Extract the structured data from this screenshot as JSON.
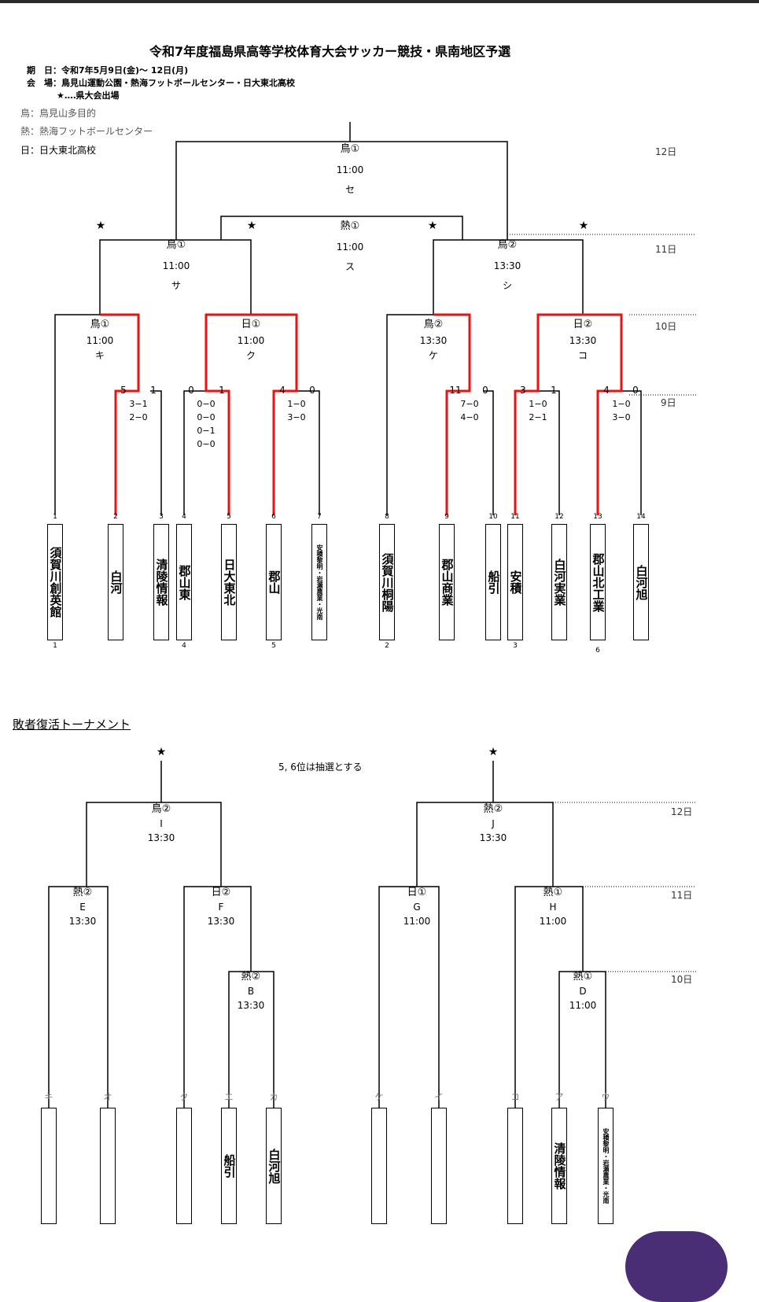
{
  "header": {
    "title": "令和7年度福島県高等学校体育大会サッカー競技・県南地区予選",
    "date_line": "期　日：令和7年5月9日(金)～ 12日(月)",
    "venue_line": "会　場：鳥見山運動公園・熱海フットボールセンター・日大東北高校",
    "star_note": "★‥‥県大会出場"
  },
  "legend": [
    "鳥：鳥見山多目的",
    "熱：熱海フットボールセンター",
    "日：日大東北高校"
  ],
  "days": {
    "d12": "12日",
    "d11": "11日",
    "d10": "10日",
    "d9": "9日"
  },
  "main_bracket": {
    "final": {
      "venue": "鳥①",
      "time": "11:00",
      "code": "セ"
    },
    "third_place": {
      "venue": "熱①",
      "time": "11:00",
      "code": "ス"
    },
    "semis": [
      {
        "venue": "鳥①",
        "time": "11:00",
        "code": "サ"
      },
      {
        "venue": "鳥②",
        "time": "13:30",
        "code": "シ"
      }
    ],
    "quarters": [
      {
        "venue": "鳥①",
        "time": "11:00",
        "code": "キ"
      },
      {
        "venue": "日①",
        "time": "11:00",
        "code": "ク"
      },
      {
        "venue": "鳥②",
        "time": "13:30",
        "code": "ケ"
      },
      {
        "venue": "日②",
        "time": "13:30",
        "code": "コ"
      }
    ],
    "first_round": [
      {
        "left_score": "5",
        "right_score": "1",
        "halves": [
          "3−1",
          "2−0"
        ]
      },
      {
        "left_score": "0",
        "right_score": "1",
        "halves": [
          "0−0",
          "0−0",
          "0−1",
          "0−0"
        ]
      },
      {
        "left_score": "4",
        "right_score": "0",
        "halves": [
          "1−0",
          "3−0"
        ]
      },
      {
        "left_score": "11",
        "right_score": "0",
        "halves": [
          "7−0",
          "4−0"
        ]
      },
      {
        "left_score": "3",
        "right_score": "1",
        "halves": [
          "1−0",
          "2−1"
        ]
      },
      {
        "left_score": "4",
        "right_score": "0",
        "halves": [
          "1−0",
          "3−0"
        ]
      }
    ],
    "teams": [
      {
        "slot": "1",
        "name": "須賀川創英館",
        "seed": "1"
      },
      {
        "slot": "2",
        "name": "白河",
        "seed": ""
      },
      {
        "slot": "3",
        "name": "清陵情報",
        "seed": ""
      },
      {
        "slot": "4",
        "name": "郡山東",
        "seed": "4"
      },
      {
        "slot": "5",
        "name": "日大東北",
        "seed": ""
      },
      {
        "slot": "6",
        "name": "郡山",
        "seed": "5"
      },
      {
        "slot": "7",
        "name": "安積黎明・岩瀬農業・光南",
        "seed": ""
      },
      {
        "slot": "8",
        "name": "須賀川桐陽",
        "seed": "2"
      },
      {
        "slot": "9",
        "name": "郡山商業",
        "seed": ""
      },
      {
        "slot": "10",
        "name": "船引",
        "seed": ""
      },
      {
        "slot": "11",
        "name": "安積",
        "seed": "3"
      },
      {
        "slot": "12",
        "name": "白河実業",
        "seed": ""
      },
      {
        "slot": "13",
        "name": "郡山北工業",
        "seed": "6"
      },
      {
        "slot": "14",
        "name": "白河旭",
        "seed": ""
      }
    ],
    "stars": [
      "★",
      "★",
      "★",
      "★"
    ]
  },
  "consolation": {
    "title": "敗者復活トーナメント",
    "note": "5, 6位は抽選とする",
    "stars": [
      "★",
      "★"
    ],
    "finals": [
      {
        "venue": "鳥②",
        "code": "I",
        "time": "13:30"
      },
      {
        "venue": "熱②",
        "code": "J",
        "time": "13:30"
      }
    ],
    "semis": [
      {
        "venue": "熱②",
        "code": "E",
        "time": "13:30"
      },
      {
        "venue": "日②",
        "code": "F",
        "time": "13:30"
      },
      {
        "venue": "日①",
        "code": "G",
        "time": "11:00"
      },
      {
        "venue": "熱①",
        "code": "H",
        "time": "11:00"
      }
    ],
    "round1": [
      {
        "venue": "熱②",
        "code": "B",
        "time": "13:30"
      },
      {
        "venue": "熱①",
        "code": "D",
        "time": "11:00"
      }
    ],
    "slots": [
      {
        "code": "キ",
        "name": ""
      },
      {
        "code": "オ",
        "name": ""
      },
      {
        "code": "ク",
        "name": ""
      },
      {
        "code": "エ",
        "name": "船引"
      },
      {
        "code": "カ",
        "name": "白河旭"
      },
      {
        "code": "ケ",
        "name": ""
      },
      {
        "code": "イ",
        "name": ""
      },
      {
        "code": "コ",
        "name": ""
      },
      {
        "code": "ア",
        "name": "清陵情報"
      },
      {
        "code": "ウ",
        "name": "安積黎明・岩瀬農業・光南"
      }
    ]
  }
}
